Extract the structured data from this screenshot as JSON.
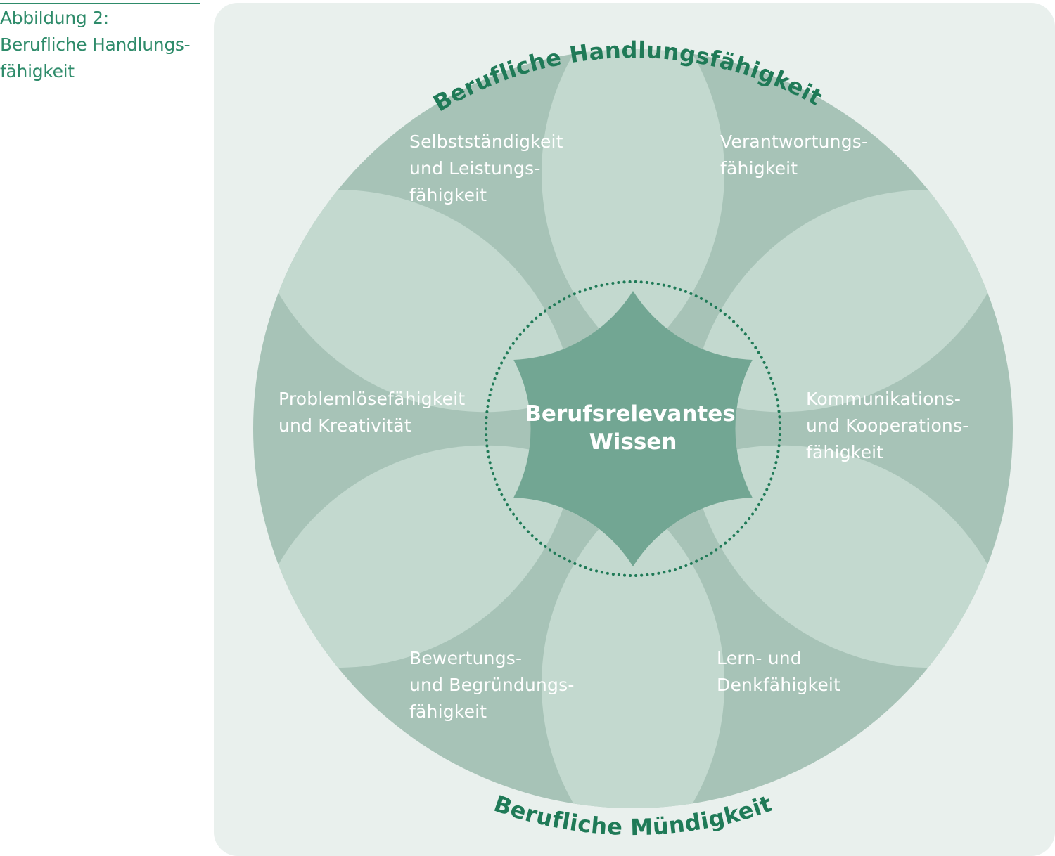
{
  "caption": {
    "line1": "Abbildung 2:",
    "line2": "Berufliche Handlungs-",
    "line3": "fähigkeit"
  },
  "diagram": {
    "top_arc_title": "Berufliche Handlungsfähigkeit",
    "bottom_arc_title": "Berufliche Mündigkeit",
    "center": {
      "line1": "Berufsrelevantes",
      "line2": "Wissen"
    },
    "segments": [
      {
        "id": "selbststaendigkeit",
        "lines": [
          "Selbstständigkeit",
          "und Leistungs-",
          "fähigkeit"
        ]
      },
      {
        "id": "verantwortung",
        "lines": [
          "Verantwortungs-",
          "fähigkeit"
        ]
      },
      {
        "id": "kommunikation",
        "lines": [
          "Kommunikations-",
          "und Kooperations-",
          "fähigkeit"
        ]
      },
      {
        "id": "lernen",
        "lines": [
          "Lern- und",
          "Denkfähigkeit"
        ]
      },
      {
        "id": "bewertung",
        "lines": [
          "Bewertungs-",
          "und Begründungs-",
          "fähigkeit"
        ]
      },
      {
        "id": "problemloesung",
        "lines": [
          "Problemlösefähigkeit",
          "und Kreativität"
        ]
      }
    ],
    "colors": {
      "panel": "#e9f0ed",
      "outer_disc": "#a7c3b7",
      "lens": "#c3d9cf",
      "center": "#72a693",
      "title_green": "#1f7a57",
      "dotted_ring": "#1f7a57"
    }
  }
}
